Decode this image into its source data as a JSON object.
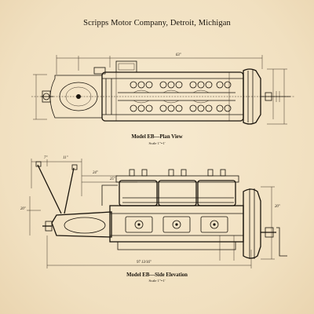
{
  "header": {
    "title": "Scripps Motor Company, Detroit, Michigan"
  },
  "plan_view": {
    "caption": "Model EB—Plan View",
    "scale": "Scale 1\"=1'",
    "dimensions": {
      "overall_length": "63\""
    }
  },
  "side_elevation": {
    "caption": "Model EB—Side Elevation",
    "scale": "Scale 1\"=1'",
    "dimensions": {
      "top_left": "7\"",
      "top_mid": "11\"",
      "upper_a": "24\"",
      "upper_b": "25\"",
      "left": "20\"",
      "right": "20\"",
      "bottom": "97 13/16\""
    }
  }
}
